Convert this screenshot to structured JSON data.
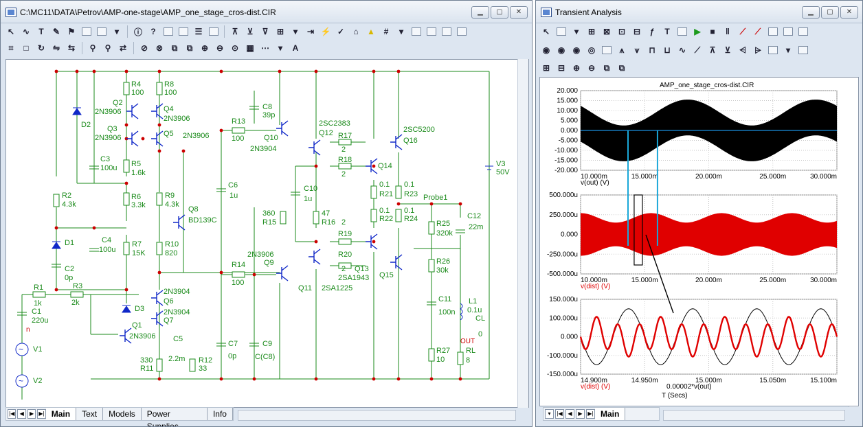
{
  "left_window": {
    "title": "C:\\MC11\\DATA\\Petrov\\AMP-one-stage\\AMP_one_stage_cros-dist.CIR",
    "tabs": [
      {
        "label": "Main",
        "active": true
      },
      {
        "label": "Text",
        "active": false
      },
      {
        "label": "Models",
        "active": false
      },
      {
        "label": "Power Supplies",
        "active": false
      },
      {
        "label": "Info",
        "active": false
      }
    ]
  },
  "right_window": {
    "title": "Transient Analysis",
    "tabs": [
      {
        "label": "Main",
        "active": true
      }
    ]
  },
  "schematic": {
    "components": [
      {
        "id": "R4",
        "value": "100"
      },
      {
        "id": "R8",
        "value": "100"
      },
      {
        "id": "Q2",
        "value": "2N3906"
      },
      {
        "id": "Q4",
        "value": "2N3906"
      },
      {
        "id": "Q3",
        "value": "2N3906"
      },
      {
        "id": "Q5",
        "value": "2N3906"
      },
      {
        "id": "D2",
        "value": ""
      },
      {
        "id": "C3",
        "value": "100u"
      },
      {
        "id": "R5",
        "value": "1.6k"
      },
      {
        "id": "R6",
        "value": "3.3k"
      },
      {
        "id": "R2",
        "value": "4.3k"
      },
      {
        "id": "R9",
        "value": "4.3k"
      },
      {
        "id": "Q8",
        "value": "BD139C"
      },
      {
        "id": "C4",
        "value": "100u"
      },
      {
        "id": "D1",
        "value": ""
      },
      {
        "id": "R7",
        "value": "15K"
      },
      {
        "id": "R10",
        "value": "820"
      },
      {
        "id": "C2",
        "value": "0p"
      },
      {
        "id": "R1",
        "value": "1k"
      },
      {
        "id": "R3",
        "value": "2k"
      },
      {
        "id": "C1",
        "value": "220u"
      },
      {
        "id": "V1",
        "value": ""
      },
      {
        "id": "V2",
        "value": ""
      },
      {
        "id": "D3",
        "value": ""
      },
      {
        "id": "Q6",
        "value": "2N3904"
      },
      {
        "id": "Q7",
        "value": "2N3904"
      },
      {
        "id": "Q1",
        "value": "2N3906"
      },
      {
        "id": "C5",
        "value": "2.2m"
      },
      {
        "id": "R11",
        "value": "330"
      },
      {
        "id": "R12",
        "value": "33"
      },
      {
        "id": "C8",
        "value": "39p"
      },
      {
        "id": "R13",
        "value": "100"
      },
      {
        "id": "Q10",
        "value": "2N3904"
      },
      {
        "id": "C6",
        "value": "1u"
      },
      {
        "id": "C7",
        "value": "0p"
      },
      {
        "id": "R14",
        "value": "100"
      },
      {
        "id": "Q9",
        "value": "2N3906"
      },
      {
        "id": "C9",
        "value": "C(C8)"
      },
      {
        "id": "Q12",
        "value": "2SC2383"
      },
      {
        "id": "Q11",
        "value": "2SA1225"
      },
      {
        "id": "C10",
        "value": "1u"
      },
      {
        "id": "R15",
        "value": "360"
      },
      {
        "id": "R16",
        "value": "47"
      },
      {
        "id": "R17",
        "value": "2"
      },
      {
        "id": "R18",
        "value": "2"
      },
      {
        "id": "R19",
        "value": "2"
      },
      {
        "id": "R20",
        "value": "2"
      },
      {
        "id": "Q14",
        "value": ""
      },
      {
        "id": "Q13",
        "value": "2SA1943"
      },
      {
        "id": "Q16",
        "value": "2SC5200"
      },
      {
        "id": "Q15",
        "value": ""
      },
      {
        "id": "R21",
        "value": "0.1"
      },
      {
        "id": "R22",
        "value": "0.1"
      },
      {
        "id": "R23",
        "value": "0.1"
      },
      {
        "id": "R24",
        "value": "0.1"
      },
      {
        "id": "R25",
        "value": "320k"
      },
      {
        "id": "R26",
        "value": "30k"
      },
      {
        "id": "C11",
        "value": "100n"
      },
      {
        "id": "R27",
        "value": "10"
      },
      {
        "id": "C12",
        "value": "22m"
      },
      {
        "id": "L1",
        "value": "0.1u"
      },
      {
        "id": "CL",
        "value": "0"
      },
      {
        "id": "RL",
        "value": "8"
      },
      {
        "id": "V3",
        "value": "50V"
      }
    ],
    "node_labels": {
      "probe": "Probe1",
      "out": "OUT",
      "in": "n"
    }
  },
  "chart_data": [
    {
      "type": "line",
      "title": "AMP_one_stage_cros-dist.CIR",
      "ylabel": "v(out) (V)",
      "xlim": [
        0.01,
        0.03
      ],
      "ylim": [
        -20,
        20
      ],
      "x_ticks": [
        "10.000m",
        "15.000m",
        "20.000m",
        "25.000m",
        "30.000m"
      ],
      "y_ticks": [
        "20.000",
        "15.000",
        "10.000",
        "5.000",
        "0.000",
        "-5.000",
        "-10.000",
        "-15.000",
        "-20.000"
      ],
      "series": [
        {
          "name": "v(out) (V)",
          "color": "#000000",
          "carrier_amplitude": 9,
          "envelope_amplitude": 6.5,
          "envelope_period": 0.01,
          "envelope_phase": 2.6,
          "center_offset": 0
        }
      ]
    },
    {
      "type": "line",
      "ylabel": "v(dist) (V)",
      "xlim": [
        0.01,
        0.03
      ],
      "ylim": [
        -0.5,
        0.5
      ],
      "x_ticks": [
        "10.000m",
        "15.000m",
        "20.000m",
        "25.000m",
        "30.000m"
      ],
      "y_ticks": [
        "500.000u",
        "250.000u",
        "0.000",
        "-250.000u",
        "-500.000u"
      ],
      "series": [
        {
          "name": "v(dist) (V)",
          "color": "#e00000",
          "envelope_min": 0.15,
          "envelope_max": 0.27,
          "envelope_period": 0.0055
        }
      ]
    },
    {
      "type": "line",
      "xlabel": "T (Secs)",
      "xlim": [
        0.0149,
        0.0151
      ],
      "ylim": [
        -0.15,
        0.15
      ],
      "x_ticks": [
        "14.900m",
        "14.950m",
        "15.000m",
        "15.050m",
        "15.100m"
      ],
      "y_ticks": [
        "150.000u",
        "100.000u",
        "0.000",
        "-100.000u",
        "-150.000u"
      ],
      "series": [
        {
          "name": "v(dist) (V)",
          "color": "#e00000",
          "fundamental_amplitude": 0.02,
          "third_harmonic_amplitude": 0.06,
          "period": 5e-05
        },
        {
          "name": "0.00002*v(out)",
          "color": "#000000",
          "amplitude": 0.112,
          "period": 5e-05
        }
      ]
    }
  ]
}
